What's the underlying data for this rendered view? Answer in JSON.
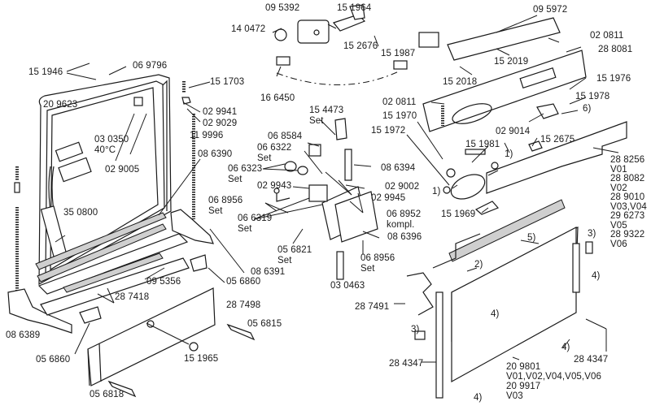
{
  "diagram": {
    "title": "Dishwasher door and control panel exploded parts diagram",
    "background_color": "#ffffff",
    "ink_color": "#1a1a1a"
  },
  "labels": {
    "p095392": "09 5392",
    "p151964": "15 1964",
    "p095972": "09 5972",
    "p140472": "14 0472",
    "p152676": "15 2676",
    "p020811a": "02 0811",
    "p151987": "15 1987",
    "p288081": "28 8081",
    "p151946": "15 1946",
    "p069796": "06 9796",
    "p152019": "15 2019",
    "p152018": "15 2018",
    "p151703": "15 1703",
    "p151976": "15 1976",
    "p166450": "16 6450",
    "p209623": "20 9623",
    "p029941": "02 9941",
    "p029029": "02 9029",
    "p154473": "15 4473\nSet",
    "p020811b": "02 0811",
    "p151978": "15 1978",
    "p6": "6)",
    "p030350": "03 0350\n40°C",
    "p119996": "11 9996",
    "p151970": "15 1970",
    "p068584": "06 8584",
    "p066322": "06 6322\nSet",
    "p029014": "02 9014",
    "p151972": "15 1972",
    "p151981": "15 1981",
    "p152675": "15 2675",
    "p029005": "02 9005",
    "p086390": "08 6390",
    "p066323": "06 6323\nSet",
    "p086394": "08 6394",
    "p1a": "1)",
    "p1b": "1)",
    "p288256": "28 8256\nV01\n28 8082\nV02\n28 9010\nV03,V04\n29 6273\nV05\n28 9322\nV06",
    "p029943": "02 9943",
    "p029002": "02 9002",
    "p029945": "02 9945",
    "p350800": "35 0800",
    "p068956a": "06 8956\nSet",
    "p151969": "15 1969",
    "p066319": "06 6319\nSet",
    "p068952": "06 8952\nkompl.",
    "p5": "5)",
    "p2": "2)",
    "p3a": "3)",
    "p086391": "08 6391",
    "p056821": "05 6821\nSet",
    "p086396": "08 6396",
    "p068956b": "06 8956\nSet",
    "p4a": "4)",
    "p095356": "09 5356",
    "p056860a": "05 6860",
    "p030463": "03 0463",
    "p287418": "28 7418",
    "p287498": "28 7498",
    "p287491": "28 7491",
    "p4b": "4)",
    "p086389": "08 6389",
    "p056815": "05 6815",
    "p3b": "3)",
    "p4c": "4)",
    "p056860b": "05 6860",
    "p151965": "15 1965",
    "p284347a": "28 4347",
    "p284347b": "28 4347",
    "p209801": "20 9801\nV01,V02,V04,V05,V06\n20 9917\nV03",
    "p056818": "05 6818",
    "p4d": "4)"
  }
}
